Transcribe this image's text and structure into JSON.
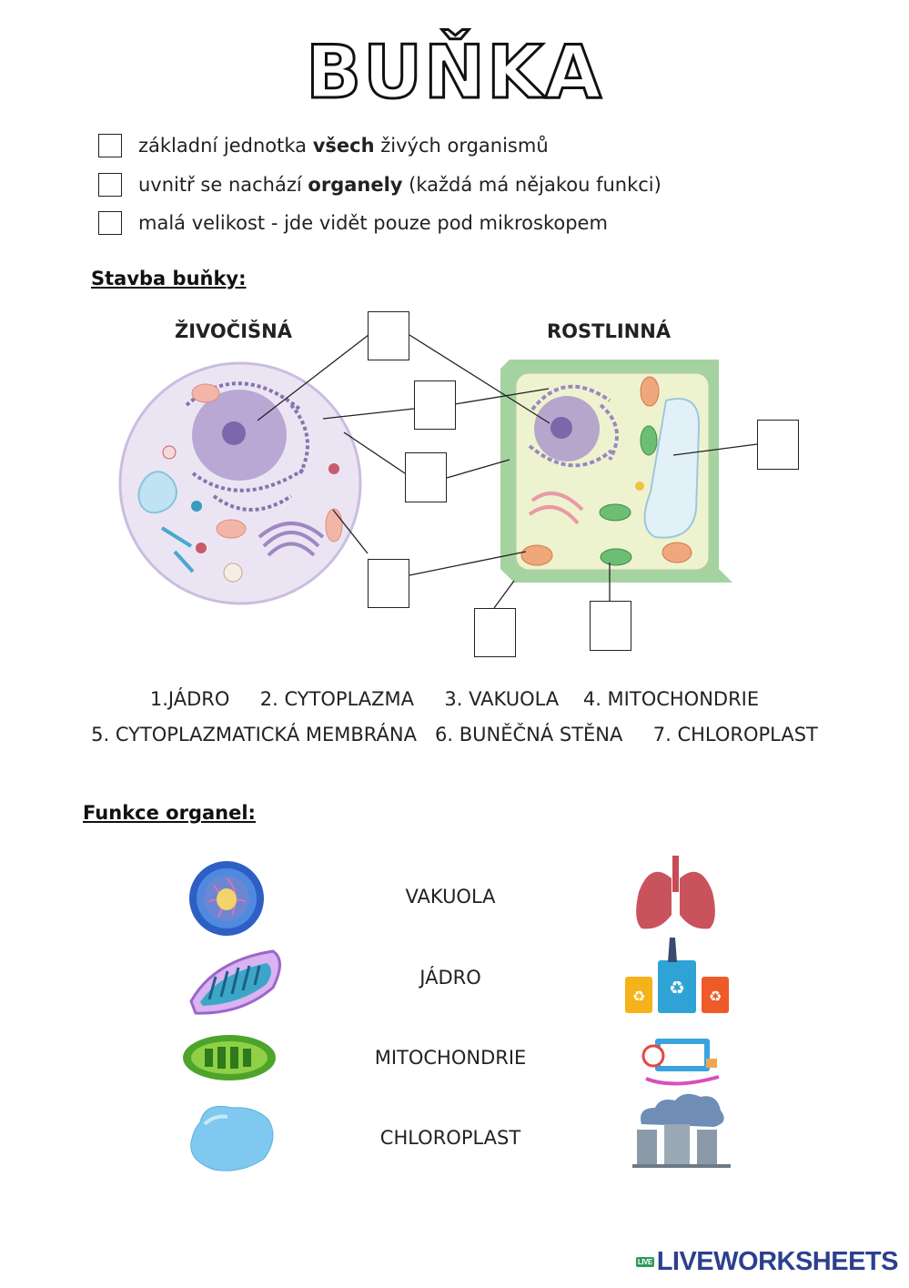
{
  "title": "BUŇKA",
  "checklist": [
    {
      "before": "základní jednotka ",
      "bold": "všech",
      "after": " živých organismů"
    },
    {
      "before": "uvnitř se nachází ",
      "bold": "organely",
      "after": " (každá má nějakou funkci)"
    },
    {
      "before": "malá velikost - jde vidět pouze pod mikroskopem",
      "bold": "",
      "after": ""
    }
  ],
  "structure_heading": "Stavba buňky:",
  "animal_label": "ŽIVOČIŠNÁ",
  "plant_label": "ROSTLINNÁ",
  "legend_line1": "1.JÁDRO     2. CYTOPLAZMA     3. VAKUOLA    4. MITOCHONDRIE",
  "legend_line2": "5. CYTOPLAZMATICKÁ MEMBRÁNA   6. BUNĚČNÁ STĚNA     7. CHLOROPLAST",
  "functions_heading": "Funkce organel:",
  "function_labels": [
    "VAKUOLA",
    "JÁDRO",
    "MITOCHONDRIE",
    "CHLOROPLAST"
  ],
  "brand": "LIVEWORKSHEETS",
  "brand_badge": "LIVE",
  "colors": {
    "animal_cell": "#ece6f4",
    "plant_wall": "#9fd09a",
    "plant_inner": "#eef3cf",
    "nucleus": "#a892c9",
    "brand": "#2d3f8f"
  }
}
